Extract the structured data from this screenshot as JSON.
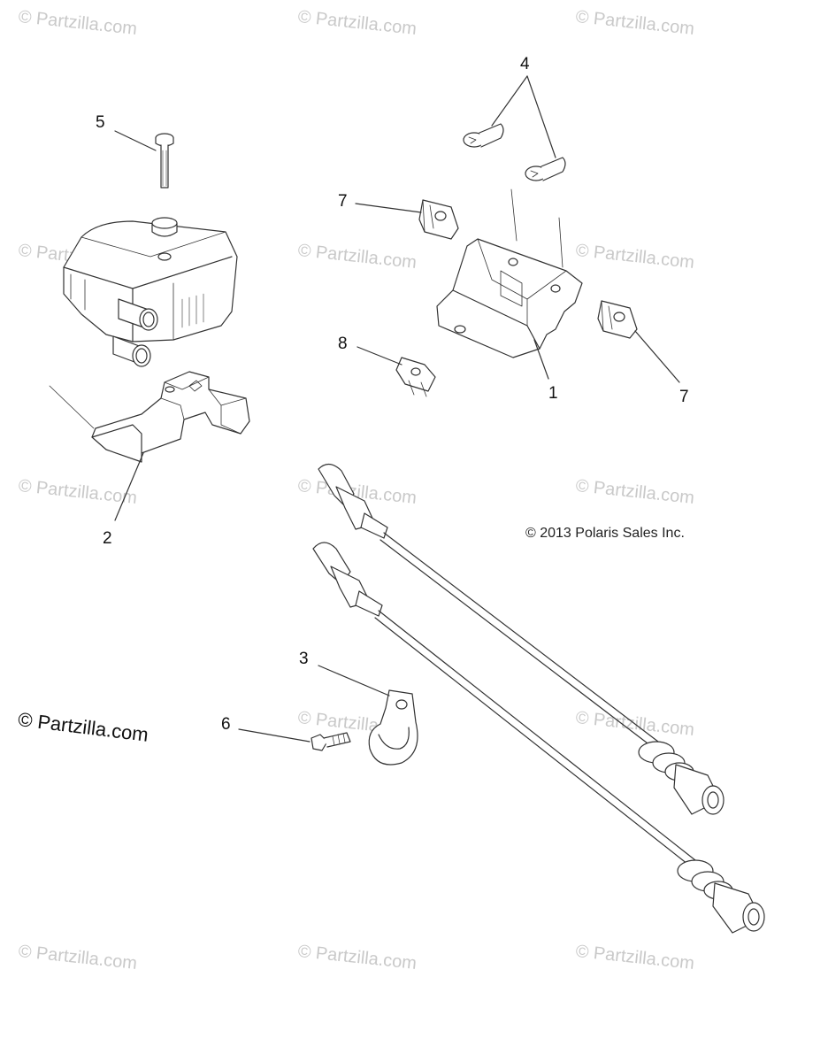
{
  "watermark_text": "© Partzilla.com",
  "watermark_large_text": "© Partzilla.com",
  "copyright": "© 2013 Polaris Sales Inc.",
  "callouts": {
    "c1": "1",
    "c2": "2",
    "c3": "3",
    "c4": "4",
    "c5": "5",
    "c6": "6",
    "c7a": "7",
    "c7b": "7",
    "c8": "8"
  },
  "colors": {
    "line": "#333333",
    "watermark": "#c9c9c9",
    "fill": "#ffffff"
  }
}
